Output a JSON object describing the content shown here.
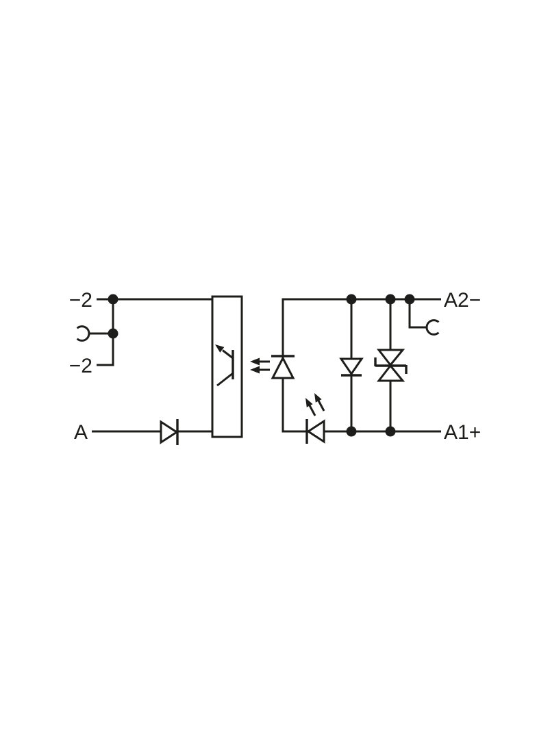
{
  "page": {
    "background_color": "#ffffff"
  },
  "schematic": {
    "type": "relay-module-circuit-diagram",
    "line_color": "#1d1d1b",
    "terminals": {
      "left_top": "−2",
      "left_middle": "−2",
      "input": "A",
      "right_top": "A2−",
      "right_bottom": "A1+"
    },
    "symbols": [
      "plug-in-contact-left",
      "junction-dot",
      "series-diode",
      "optocoupler-box",
      "phototransistor",
      "light-coupling-arrows",
      "emitter-led",
      "status-led",
      "freewheeling-diode",
      "bidirectional-suppressor-diode",
      "plug-in-contact-right"
    ]
  }
}
